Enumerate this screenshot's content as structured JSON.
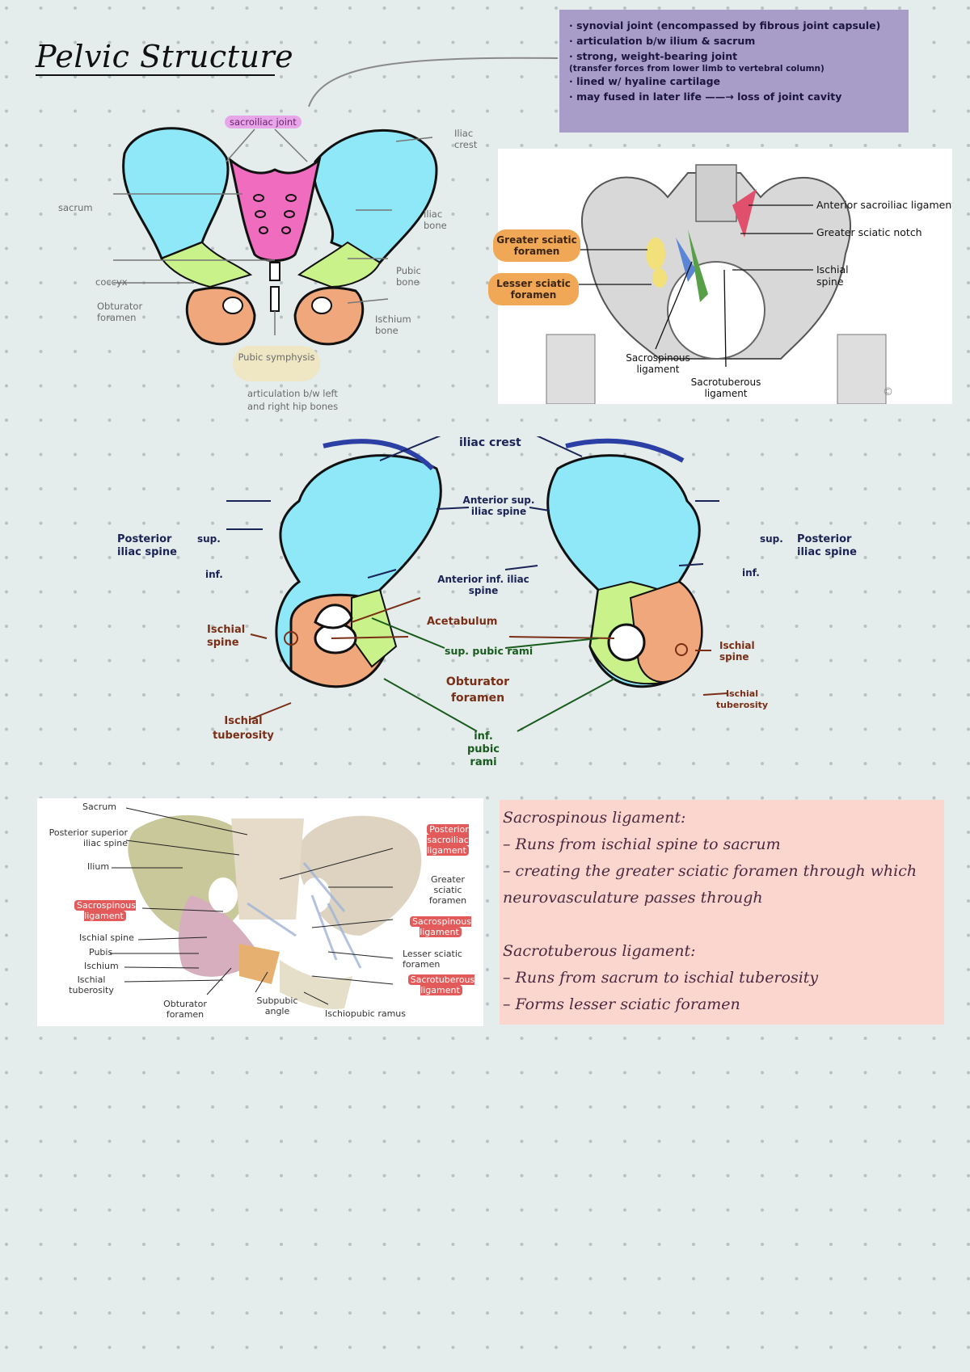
{
  "page": {
    "title": "Pelvic Structure"
  },
  "summary_box": {
    "lines": [
      "· synovial joint (encompassed by fibrous joint capsule)",
      "· articulation b/w ilium & sacrum",
      "· strong, weight-bearing joint",
      "(transfer forces from lower limb to vertebral column)",
      "· lined w/ hyaline cartilage",
      "· may fused in later life ——→ loss of joint cavity"
    ]
  },
  "pelvis_diagram": {
    "labels": {
      "sacroiliac_joint": "sacroiliac joint",
      "iliac_crest": "Iliac crest",
      "sacrum": "sacrum",
      "iliac_bone": "Iliac bone",
      "pubic_bone": "Pubic bone",
      "coccyx": "coccyx",
      "obturator": "Obturator foramen",
      "ischium": "Ischium bone",
      "pubic_symphysis": "Pubic symphysis",
      "symphysis_note_1": "articulation b/w left",
      "symphysis_note_2": "and right hip bones"
    },
    "colors": {
      "ilium": "#8ee8f8",
      "sacrum": "#ef6cbf",
      "pubis": "#c9f28a",
      "ischium": "#f1a77c"
    }
  },
  "ligament_photo": {
    "labels": {
      "anterior_si": "Anterior sacroiliac ligament",
      "greater_notch": "Greater sciatic notch",
      "ischial_spine": "Ischial spine",
      "sacrospinous": "Sacrospinous ligament",
      "sacrotuberous": "Sacrotuberous ligament",
      "greater_foramen": "Greater sciatic foramen",
      "lesser_foramen": "Lesser sciatic foramen",
      "copyright": "©"
    }
  },
  "hip_bone_diagram": {
    "labels": {
      "iliac_crest": "iliac crest",
      "asis": "Anterior sup. iliac spine",
      "posterior_iliac_spine": "Posterior iliac spine",
      "sup": "sup.",
      "inf": "inf.",
      "aiis": "Anterior inf. iliac spine",
      "acetabulum": "Acetabulum",
      "ischial_spine": "Ischial spine",
      "sup_pubic_rami": "sup. pubic rami",
      "obturator_foramen": "Obturator foramen",
      "ischial_tuberosity": "Ischial tuberosity",
      "inf_pubic_rami": "inf. pubic rami"
    }
  },
  "posterior_photo": {
    "labels": {
      "sacrum": "Sacrum",
      "psis": "Posterior superior iliac spine",
      "ilium": "Ilium",
      "sacrospinous": "Sacrospinous ligament",
      "ischial_spine": "Ischial spine",
      "pubis": "Pubis",
      "ischium": "Ischium",
      "ischial_tuberosity": "Ischial tuberosity",
      "obturator": "Obturator foramen",
      "subpubic": "Subpubic angle",
      "ischiopubic": "Ischiopubic ramus",
      "post_si": "Posterior sacroiliac ligament",
      "greater_sciatic": "Greater sciatic foramen",
      "sacrospinous_r": "Sacrospinous ligament",
      "lesser_sciatic": "Lesser sciatic foramen",
      "sacrotuberous": "Sacrotuberous ligament"
    }
  },
  "notes": {
    "sacrospinous_title": "Sacrospinous ligament:",
    "sacrospinous_1": "– Runs from ischial spine to sacrum",
    "sacrospinous_2": "– creating the greater sciatic foramen through which",
    "sacrospinous_3": "neurovasculature passes through",
    "sacrotuberous_title": "Sacrotuberous ligament:",
    "sacrotuberous_1": "– Runs from sacrum to ischial tuberosity",
    "sacrotuberous_2": "– Forms lesser sciatic foramen"
  }
}
